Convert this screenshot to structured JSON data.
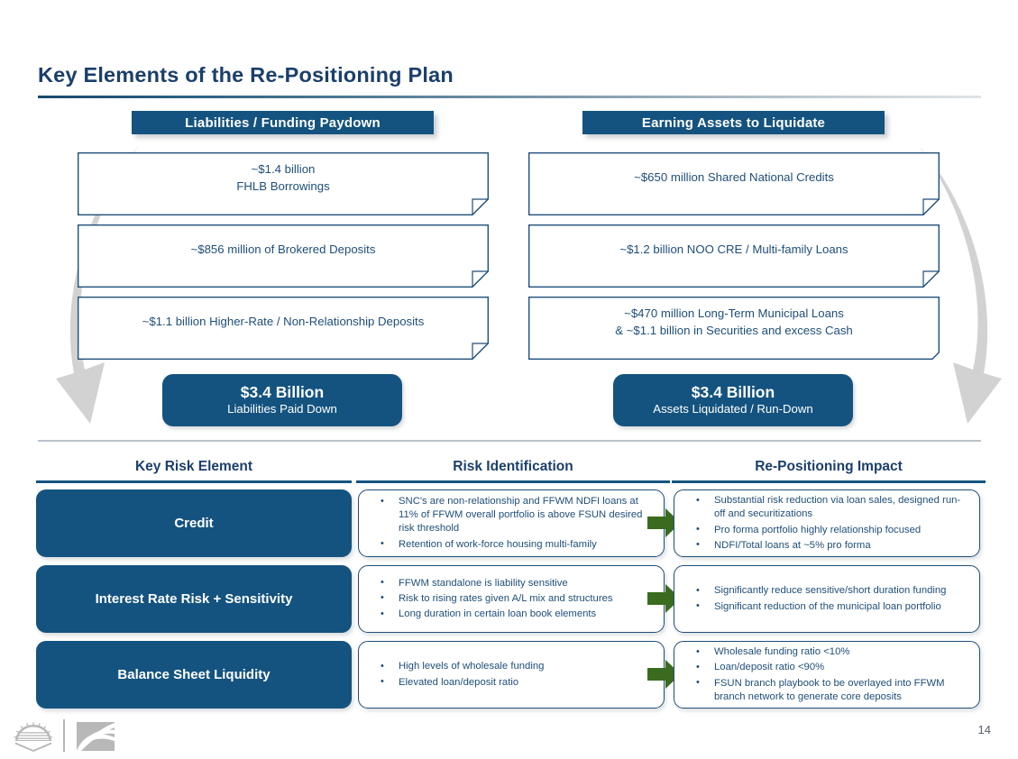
{
  "slide": {
    "title": "Key Elements of the Re-Positioning Plan",
    "page_number": "14",
    "accent_navy": "#14537f",
    "accent_title_blue": "#1b3f6b",
    "accent_green": "#3a6b1f",
    "accent_gray_arrow": "#d2d2d2"
  },
  "columns": {
    "left": {
      "header": "Liabilities / Funding Paydown",
      "items": [
        {
          "line1": "~$1.4 billion",
          "line2": "FHLB Borrowings"
        },
        {
          "line1": "~$856 million of Brokered Deposits",
          "line2": ""
        },
        {
          "line1": "~$1.1 billion Higher-Rate / Non-Relationship Deposits",
          "line2": ""
        }
      ],
      "summary": {
        "amount": "$3.4 Billion",
        "caption": "Liabilities Paid Down"
      }
    },
    "right": {
      "header": "Earning Assets to Liquidate",
      "items": [
        {
          "line1": "~$650 million Shared National Credits",
          "line2": ""
        },
        {
          "line1": "~$1.2 billion NOO CRE / Multi-family Loans",
          "line2": ""
        },
        {
          "line1": "~$470 million Long-Term Municipal Loans",
          "line2": "& ~$1.1 billion in Securities and excess Cash"
        }
      ],
      "summary": {
        "amount": "$3.4 Billion",
        "caption": "Assets Liquidated / Run-Down"
      }
    }
  },
  "risk_table": {
    "headers": [
      "Key Risk Element",
      "Risk Identification",
      "Re-Positioning Impact"
    ],
    "rows": [
      {
        "element": "Credit",
        "identification": [
          "SNC's are non-relationship and FFWM NDFI loans at 11% of FFWM overall portfolio is above FSUN desired risk threshold",
          "Retention of work-force housing multi-family"
        ],
        "impact": [
          "Substantial risk reduction via loan sales, designed run-off and securitizations",
          "Pro forma portfolio highly relationship focused",
          "NDFI/Total loans at ~5% pro forma"
        ]
      },
      {
        "element": "Interest Rate Risk + Sensitivity",
        "identification": [
          "FFWM standalone is liability sensitive",
          "Risk to rising rates given A/L mix and structures",
          "Long duration in certain loan book elements"
        ],
        "impact": [
          "Significantly reduce sensitive/short duration funding",
          "Significant reduction of the municipal loan portfolio"
        ]
      },
      {
        "element": "Balance Sheet Liquidity",
        "identification": [
          "High levels of wholesale funding",
          "Elevated loan/deposit ratio"
        ],
        "impact": [
          "Wholesale funding ratio <10%",
          "Loan/deposit ratio <90%",
          "FSUN branch playbook to be overlayed into FFWM branch network to generate core deposits"
        ]
      }
    ]
  }
}
